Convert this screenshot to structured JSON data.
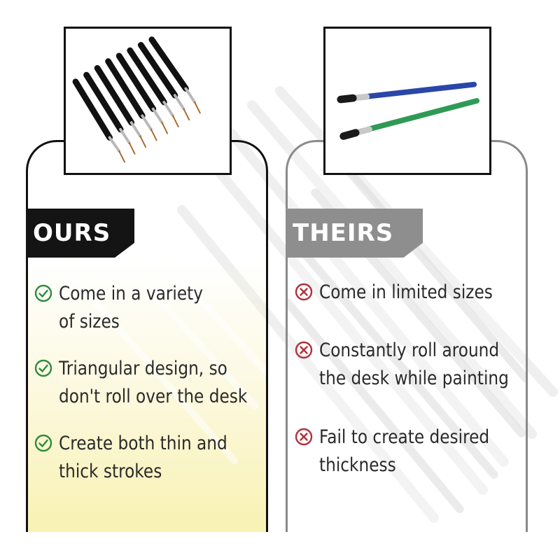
{
  "ours": {
    "label": "OURS",
    "photo_icon": "fine-detail-brushes-photo",
    "items": [
      {
        "line1": "Come in a variety",
        "line2": "of sizes",
        "icon": "check-circle-icon"
      },
      {
        "line1": "Triangular design, so",
        "line2": "don't roll over the desk",
        "icon": "check-circle-icon"
      },
      {
        "line1": "Create both thin and",
        "line2": "thick strokes",
        "icon": "check-circle-icon"
      }
    ],
    "colors": {
      "label_bg": "#141414",
      "icon": "#2e8b3e",
      "panel_tint": "#f8f0aa"
    }
  },
  "theirs": {
    "label": "THEIRS",
    "photo_icon": "flat-brushes-photo",
    "items": [
      {
        "line1": "Come in limited sizes",
        "line2": "",
        "icon": "x-circle-icon"
      },
      {
        "line1": "Constantly roll around",
        "line2": "the desk while painting",
        "icon": "x-circle-icon"
      },
      {
        "line1": "Fail to create desired",
        "line2": "thickness",
        "icon": "x-circle-icon"
      }
    ],
    "colors": {
      "label_bg": "#8e8e8e",
      "icon": "#b0313a"
    }
  }
}
